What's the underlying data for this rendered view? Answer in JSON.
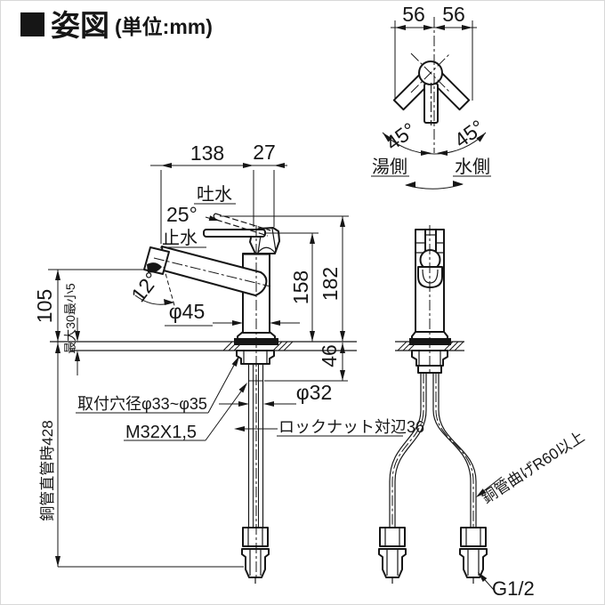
{
  "title": {
    "text": "姿図",
    "unit": "(単位:mm)"
  },
  "top_view": {
    "dim_left": "56",
    "dim_right": "56",
    "angle_left": "45°",
    "angle_right": "45°",
    "hot_label": "湯側",
    "cold_label": "水側"
  },
  "front_view": {
    "dim_spout_reach": "138",
    "dim_handle_offset": "27",
    "discharge_label": "吐水",
    "discharge_angle": "25°",
    "stop_label": "止水",
    "spout_angle": "12°",
    "escutcheon_dia": "φ45",
    "dim_outlet_height": "105",
    "counter_thickness": "最大30最小5",
    "dim_height_stop": "158",
    "dim_height_discharge": "182",
    "dim_under_counter": "46",
    "hole_label": "取付穴径φ33~φ35",
    "thread_label": "M32X1,5",
    "pipe_dia": "φ32",
    "locknut_label": "ロックナット対辺36",
    "pipe_length_label": "銅管直管時428"
  },
  "side_view": {
    "bend_label": "銅管曲げR60以上",
    "connection_label": "G1/2"
  }
}
